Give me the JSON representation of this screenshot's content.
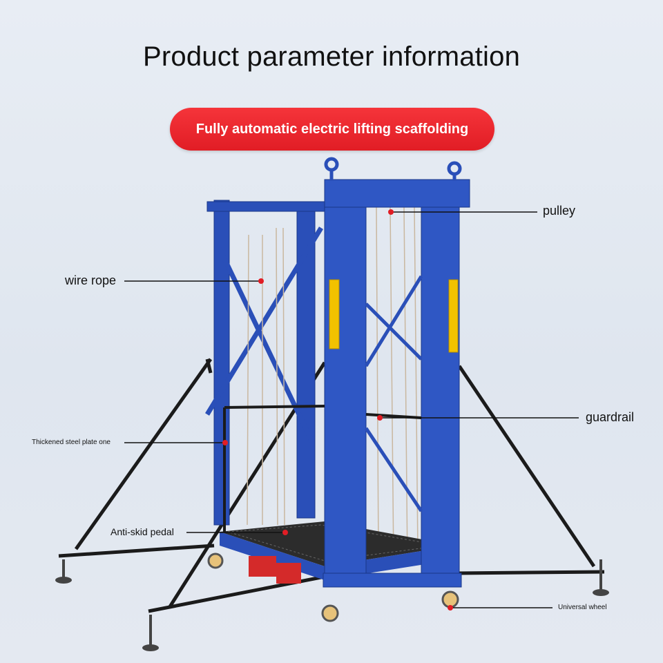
{
  "header": {
    "title": "Product parameter information",
    "subtitle": "Fully automatic electric lifting scaffolding"
  },
  "callouts": {
    "pulley": "pulley",
    "wire_rope": "wire rope",
    "guardrail": "guardrail",
    "steel_plate": "Thickened steel plate one",
    "pedal": "Anti-skid pedal",
    "wheel": "Universal wheel"
  },
  "colors": {
    "frame_blue": "#2a4fb8",
    "accent_red": "#e11d25",
    "leg_black": "#1b1b1b"
  }
}
